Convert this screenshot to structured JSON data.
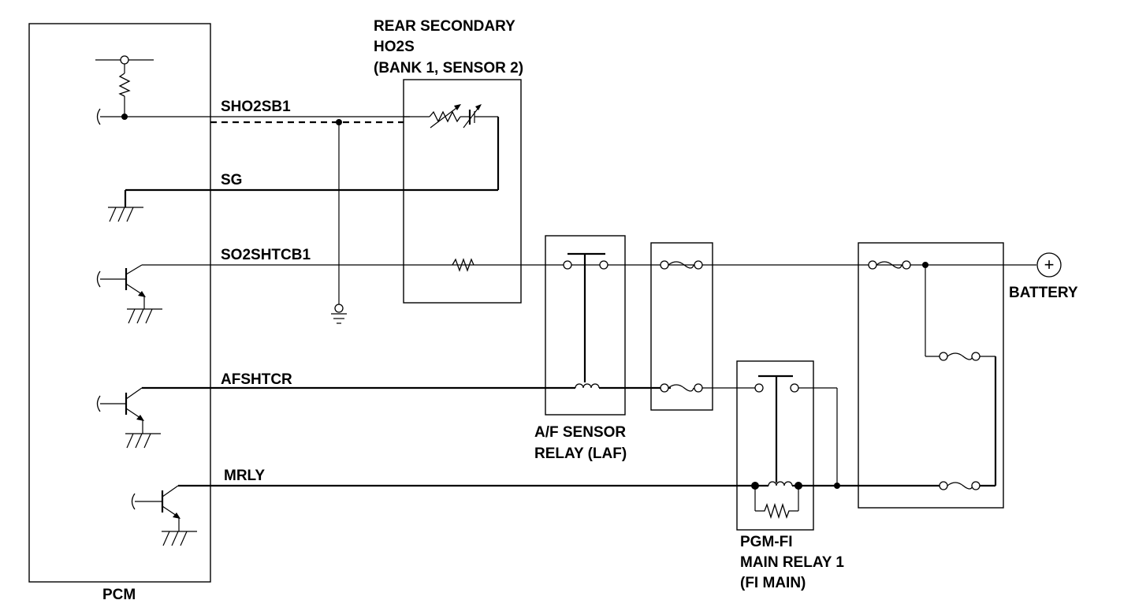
{
  "labels": {
    "pcm": "PCM",
    "ho2s_line1": "REAR SECONDARY",
    "ho2s_line2": "HO2S",
    "ho2s_line3": "(BANK 1, SENSOR 2)",
    "laf_line1": "A/F SENSOR",
    "laf_line2": "RELAY (LAF)",
    "fimain_line1": "PGM-FI",
    "fimain_line2": "MAIN RELAY 1",
    "fimain_line3": "(FI MAIN)",
    "battery": "BATTERY",
    "battery_symbol": "+"
  },
  "wires": {
    "sho2sb1": "SHO2SB1",
    "sg": "SG",
    "so2shtcb1": "SO2SHTCB1",
    "afshtcr": "AFSHTCR",
    "mrly": "MRLY"
  },
  "colors": {
    "ink": "#000000",
    "background": "#ffffff"
  }
}
